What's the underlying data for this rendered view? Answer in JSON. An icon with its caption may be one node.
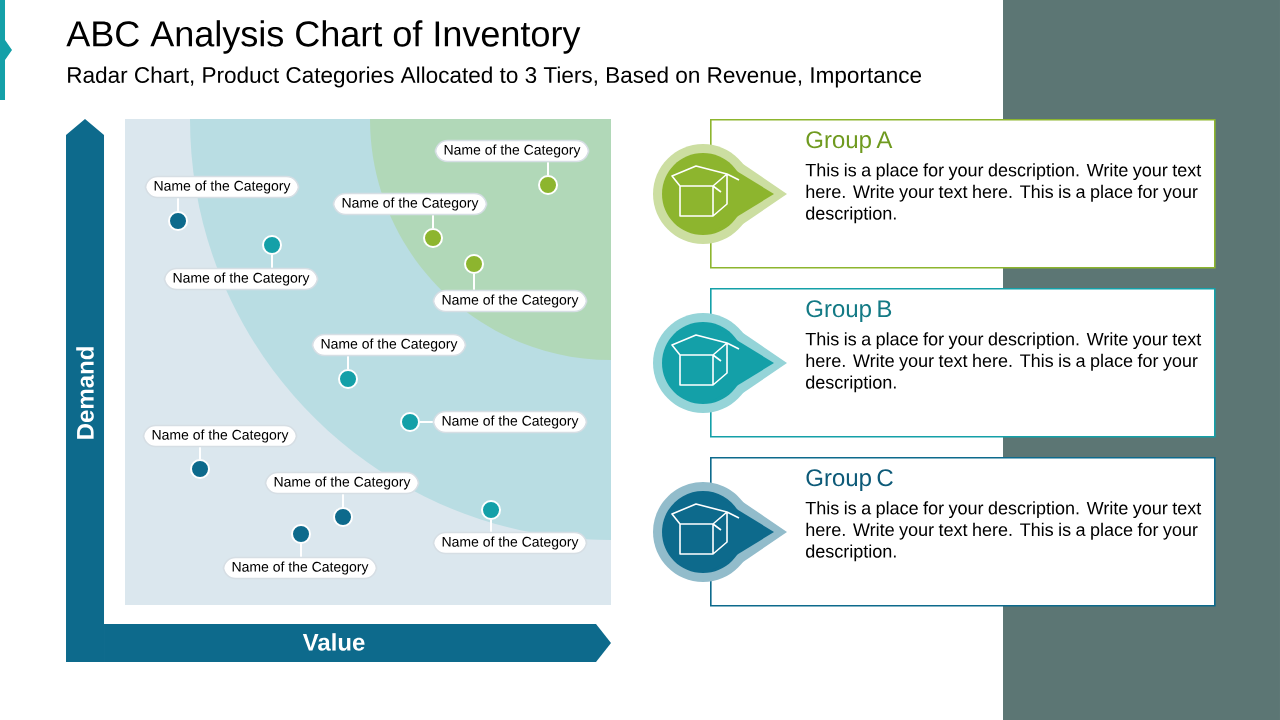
{
  "diagram": {
    "title": "ABC Analysis Chart of Inventory",
    "nodes": [
      {
        "text": [
          "Name of the Category"
        ]
      },
      {
        "text": [],
        "shape": "circle"
      },
      {
        "text": [
          "Name of the Category"
        ]
      },
      {
        "text": [],
        "shape": "circle"
      },
      {
        "text": [
          "Name of the Category"
        ]
      },
      {
        "text": [],
        "shape": "circle"
      },
      {
        "text": [
          "Name of the Category"
        ]
      },
      {
        "text": [],
        "shape": "circle"
      },
      {
        "text": [
          "Name of the Category"
        ]
      },
      {
        "text": [],
        "shape": "circle"
      },
      {
        "text": [
          "Name of the Category"
        ]
      },
      {
        "text": [],
        "shape": "circle"
      },
      {
        "text": [
          "Name of the Category"
        ]
      },
      {
        "text": [],
        "shape": "circle"
      },
      {
        "text": [
          "Name of the Category"
        ]
      },
      {
        "text": [],
        "shape": "circle"
      },
      {
        "text": [
          "Name of the Category"
        ]
      },
      {
        "text": [],
        "shape": "circle"
      },
      {
        "text": [
          "Name of the Category"
        ]
      },
      {
        "text": [],
        "shape": "circle"
      },
      {
        "text": [
          "Name of the Category"
        ]
      },
      {
        "text": [],
        "shape": "circle"
      },
      {
        "text": [
          "Group A",
          "This is a place for your description. Write your text here. Write your text here. This is a place for your description."
        ]
      },
      {
        "text": [
          "Group B",
          "This is a place for your description. Write your text here. Write your text here. This is a place for your description."
        ]
      },
      {
        "text": [
          "Group C",
          "This is a place for your description. Write your text here. Write your text here. This is a place for your description."
        ]
      }
    ],
    "edges": [
      {
        "from": 0,
        "to": 1,
        "arrow": "none"
      },
      {
        "from": 2,
        "to": 3,
        "arrow": "none"
      },
      {
        "from": 4,
        "to": 5,
        "arrow": "none"
      },
      {
        "from": 6,
        "to": 7,
        "arrow": "none"
      },
      {
        "from": 8,
        "to": 9,
        "arrow": "none"
      },
      {
        "from": 10,
        "to": 11,
        "arrow": "none"
      },
      {
        "from": 12,
        "to": 13,
        "arrow": "none"
      },
      {
        "from": 14,
        "to": 15,
        "arrow": "none"
      },
      {
        "from": 16,
        "to": 17,
        "arrow": "none"
      },
      {
        "from": 18,
        "to": 19,
        "arrow": "none"
      },
      {
        "from": 20,
        "to": 21,
        "arrow": "none"
      }
    ],
    "labels": [
      "Radar Chart, Product Categories Allocated to 3 Tiers, Based on Revenue, Importance",
      "Demand",
      "Value"
    ]
  }
}
